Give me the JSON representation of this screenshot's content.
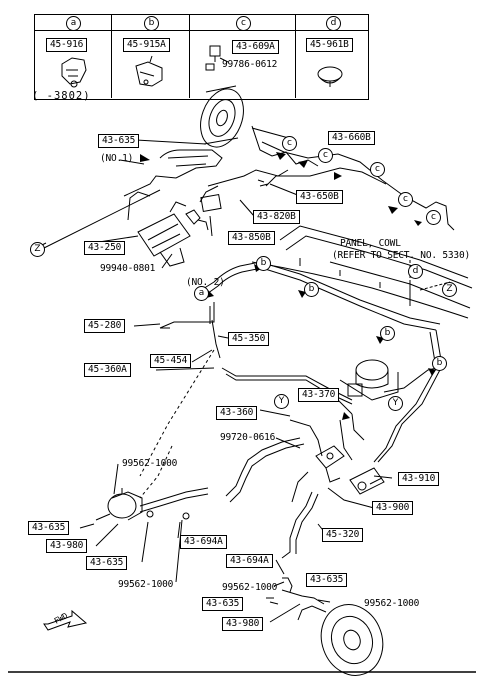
{
  "legend": [
    {
      "letter": "a",
      "part": "45-916"
    },
    {
      "letter": "b",
      "part": "45-915A"
    },
    {
      "letter": "c",
      "part": "43-609A",
      "sub_part": "99786-0612"
    },
    {
      "letter": "d",
      "part": "45-961B"
    }
  ],
  "range_note": "( -3802)",
  "callouts": {
    "p43635_top": "43-635",
    "no1": "(NO.1)",
    "p43660b": "43-660B",
    "p43650b": "43-650B",
    "p43820b": "43-820B",
    "p43850b": "43-850B",
    "p43250": "43-250",
    "p99940": "99940-0801",
    "no2": "(NO. 2)",
    "panel_cowl": "PANEL, COWL",
    "refer": "(REFER TO SECT. NO. 5330)",
    "p45280": "45-280",
    "p45350": "45-350",
    "p45454": "45-454",
    "p45360a": "45-360A",
    "p43370": "43-370",
    "p43360": "43-360",
    "p99720": "99720-0616",
    "p43910": "43-910",
    "p99562_a": "99562-1000",
    "p43900": "43-900",
    "p43635_l": "43-635",
    "p43980_l": "43-980",
    "p43635_l2": "43-635",
    "p43694a_l": "43-694A",
    "p45320": "45-320",
    "p99562_b": "99562-1000",
    "p43694a_r": "43-694A",
    "p99562_c": "99562-1000",
    "p43635_r": "43-635",
    "p43635_r2": "43-635",
    "p99562_d": "99562-1000",
    "p43980_r": "43-980",
    "fwd": "FWD"
  },
  "ref_letters": {
    "z1": "Z",
    "z2": "Z",
    "y1": "Y",
    "y2": "Y",
    "a1": "a",
    "b1": "b",
    "b2": "b",
    "b3": "b",
    "b4": "b",
    "c1": "c",
    "c2": "c",
    "c3": "c",
    "c4": "c",
    "c5": "c",
    "d1": "d"
  }
}
